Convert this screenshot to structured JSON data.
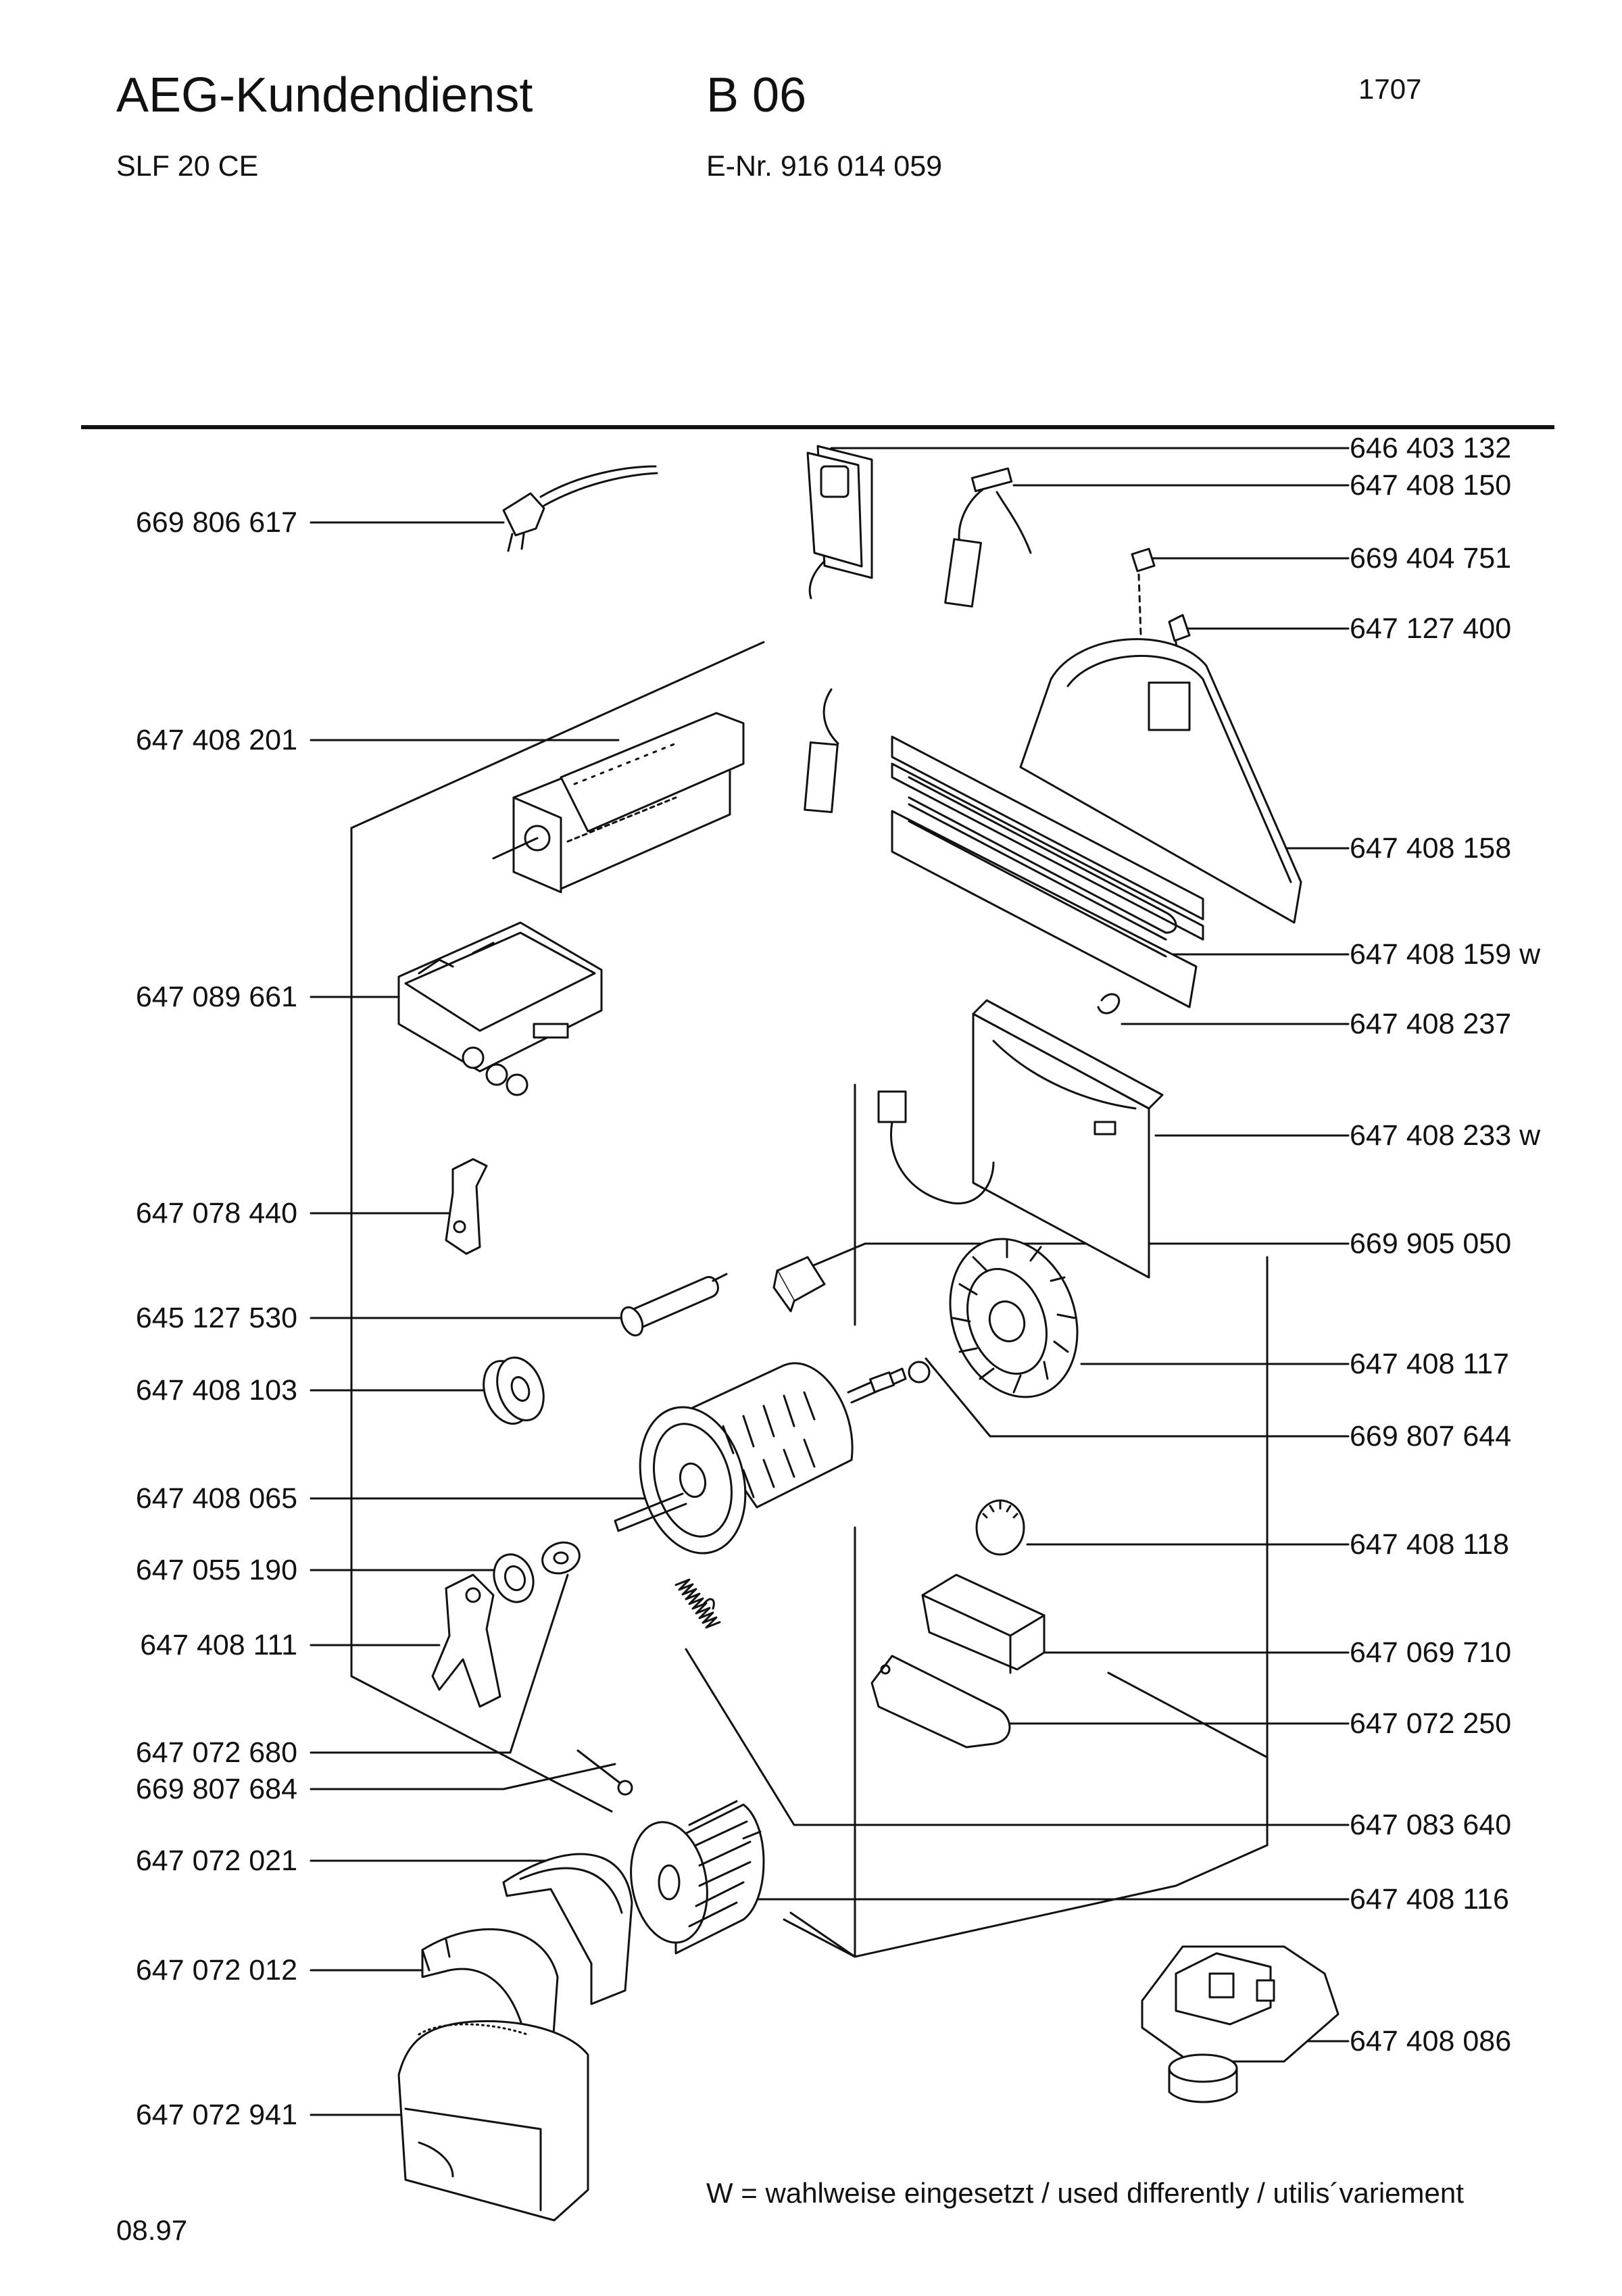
{
  "header": {
    "brand": "AEG-Kundendienst",
    "group_code": "B 06",
    "sheet_number": "1707",
    "model": "SLF 20 CE",
    "e_number": "E-Nr. 916 014 059"
  },
  "parts_left": [
    "669 806 617",
    "647 408 201",
    "647 089 661",
    "647 078 440",
    "645 127 530",
    "647 408 103",
    "647 408 065",
    "647 055 190",
    "647 408 111",
    "647 072 680",
    "669 807 684",
    "647 072 021",
    "647 072 012",
    "647 072 941"
  ],
  "parts_right": [
    "646 403 132",
    "647 408 150",
    "669 404 751",
    "647 127 400",
    "647 408 158",
    "647 408 159 w",
    "647 408 237",
    "647 408 233 w",
    "669 905 050",
    "647 408 117",
    "669 807 644",
    "647 408 118",
    "647 069 710",
    "647 072 250",
    "647 083 640",
    "647 408 116",
    "647 408 086"
  ],
  "footer": {
    "note": "W = wahlweise eingesetzt / used differently / utilis´variement",
    "date": "08.97"
  }
}
